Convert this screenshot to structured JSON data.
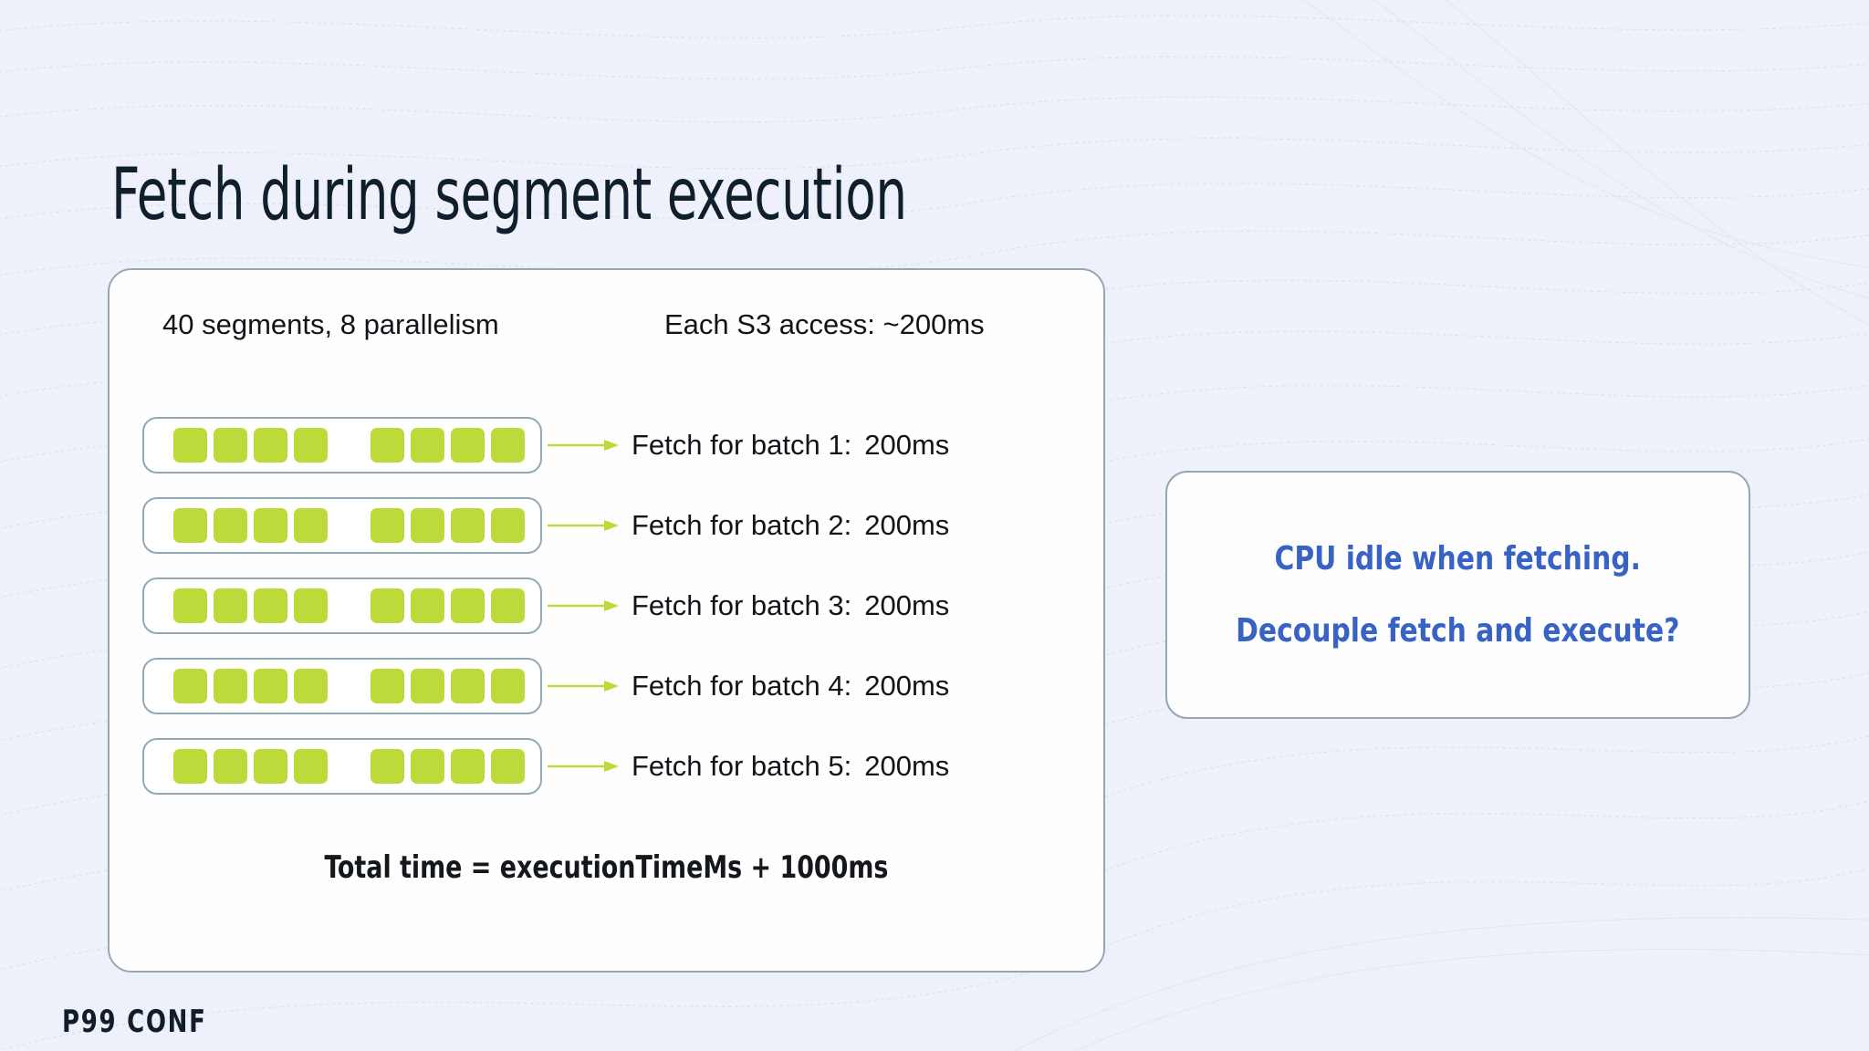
{
  "slide": {
    "title": "Fetch during segment execution",
    "background_color": "#eff1fa",
    "footer_logo": "P99 CONF"
  },
  "main_card": {
    "segments_label": "40 segments, 8 parallelism",
    "s3_access_label": "Each S3 access: ~200ms",
    "total_time": "Total time = executionTimeMs + 1000ms",
    "segment_color": "#bcdb3a",
    "border_color": "#93a8b4",
    "batches": [
      {
        "fetch_text": "Fetch for batch 1:",
        "fetch_value": "200ms",
        "segments": 8
      },
      {
        "fetch_text": "Fetch for batch 2:",
        "fetch_value": "200ms",
        "segments": 8
      },
      {
        "fetch_text": "Fetch for batch 3:",
        "fetch_value": "200ms",
        "segments": 8
      },
      {
        "fetch_text": "Fetch for batch 4:",
        "fetch_value": "200ms",
        "segments": 8
      },
      {
        "fetch_text": "Fetch for batch 5:",
        "fetch_value": "200ms",
        "segments": 8
      }
    ]
  },
  "callout": {
    "accent_color": "#3862c4",
    "lines": [
      "CPU idle when fetching.",
      "Decouple fetch and execute?"
    ]
  }
}
